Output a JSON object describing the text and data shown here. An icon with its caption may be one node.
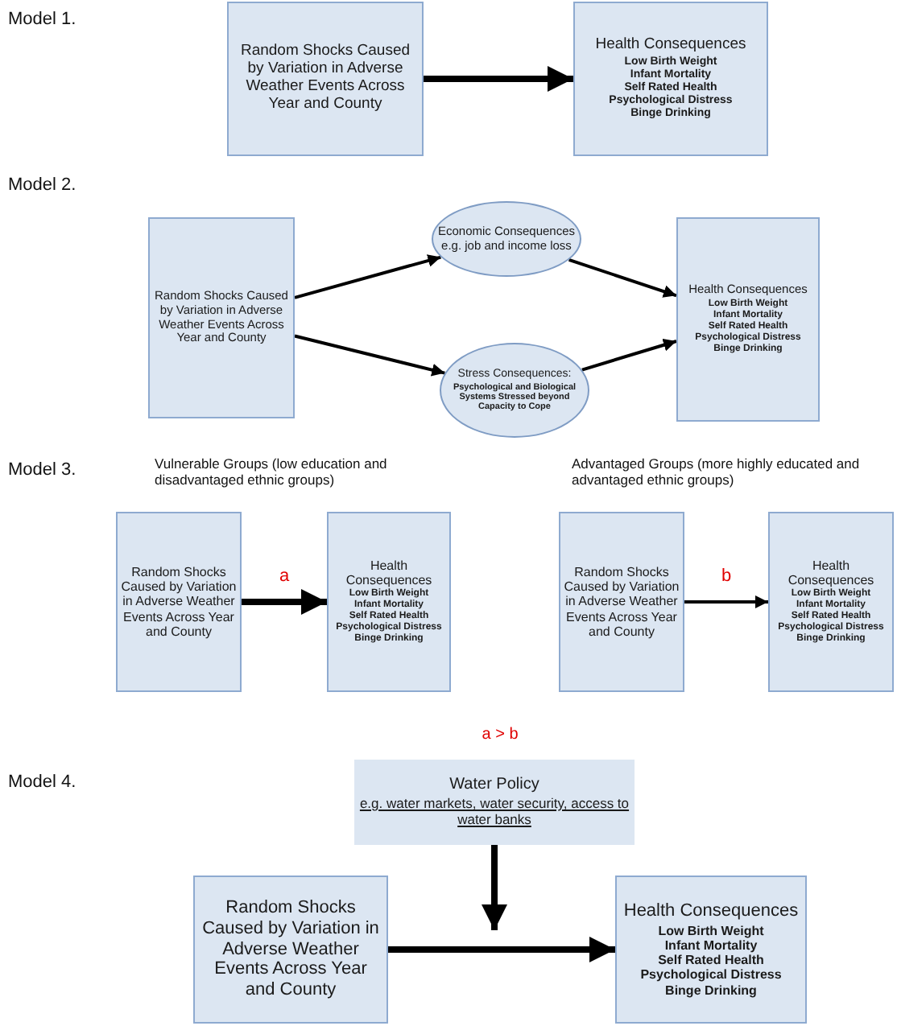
{
  "diagram": {
    "nodes": [
      {
        "text": [
          "Random Shocks Caused by Variation in Adverse Weather Events Across Year and County"
        ]
      },
      {
        "text": [
          "Health Consequences",
          "Low Birth Weight",
          "Infant Mortality",
          "Self Rated Health",
          "Psychological Distress",
          "Binge Drinking"
        ]
      },
      {
        "text": [
          "Random Shocks Caused by Variation in Adverse Weather Events Across Year and County"
        ]
      },
      {
        "text": [
          "Economic Consequences e.g. job and income loss"
        ]
      },
      {
        "text": [
          "Stress Consequences:",
          "Psychological and Biological Systems Stressed beyond Capacity to Cope"
        ]
      },
      {
        "text": [
          "Health Consequences",
          "Low Birth Weight",
          "Infant Mortality",
          "Self Rated Health",
          "Psychological Distress",
          "Binge Drinking"
        ]
      },
      {
        "text": [
          "Random Shocks Caused by Variation in Adverse Weather Events Across Year and County"
        ]
      },
      {
        "text": [
          "Health Consequences",
          "Low Birth Weight",
          "Infant Mortality",
          "Self Rated Health",
          "Psychological Distress",
          "Binge Drinking"
        ]
      },
      {
        "text": [
          "Random Shocks Caused by Variation in Adverse Weather Events Across Year and County"
        ]
      },
      {
        "text": [
          "Health Consequences",
          "Low Birth Weight",
          "Infant Mortality",
          "Self Rated Health",
          "Psychological Distress",
          "Binge Drinking"
        ]
      },
      {
        "text": [
          "Water Policy",
          "e.g. water markets, water security, access to water banks"
        ]
      },
      {
        "text": [
          "Random Shocks Caused by Variation in Adverse Weather Events Across Year and County"
        ]
      },
      {
        "text": [
          "Health Consequences",
          "Low Birth Weight",
          "Infant Mortality",
          "Self Rated Health",
          "Psychological Distress",
          "Binge Drinking"
        ]
      }
    ],
    "edges": [
      {
        "from": 0,
        "to": 1,
        "arrow": "to",
        "style": "thick"
      },
      {
        "from": 2,
        "to": 3,
        "arrow": "to"
      },
      {
        "from": 2,
        "to": 4,
        "arrow": "to"
      },
      {
        "from": 3,
        "to": 5,
        "arrow": "to"
      },
      {
        "from": 4,
        "to": 5,
        "arrow": "to"
      },
      {
        "from": 6,
        "to": 7,
        "arrow": "to",
        "label": "a",
        "style": "thick"
      },
      {
        "from": 8,
        "to": 9,
        "arrow": "to",
        "label": "b"
      },
      {
        "from": 10,
        "to": null,
        "arrow": "to",
        "style": "thick"
      },
      {
        "from": 11,
        "to": 12,
        "arrow": "to",
        "style": "thick"
      }
    ],
    "labels": [
      "Model 1.",
      "Model 2.",
      "Model 3.",
      "Vulnerable Groups (low education and disadvantaged ethnic groups)",
      "Advantaged Groups (more highly educated and advantaged ethnic groups)",
      "a > b",
      "Model 4."
    ]
  }
}
